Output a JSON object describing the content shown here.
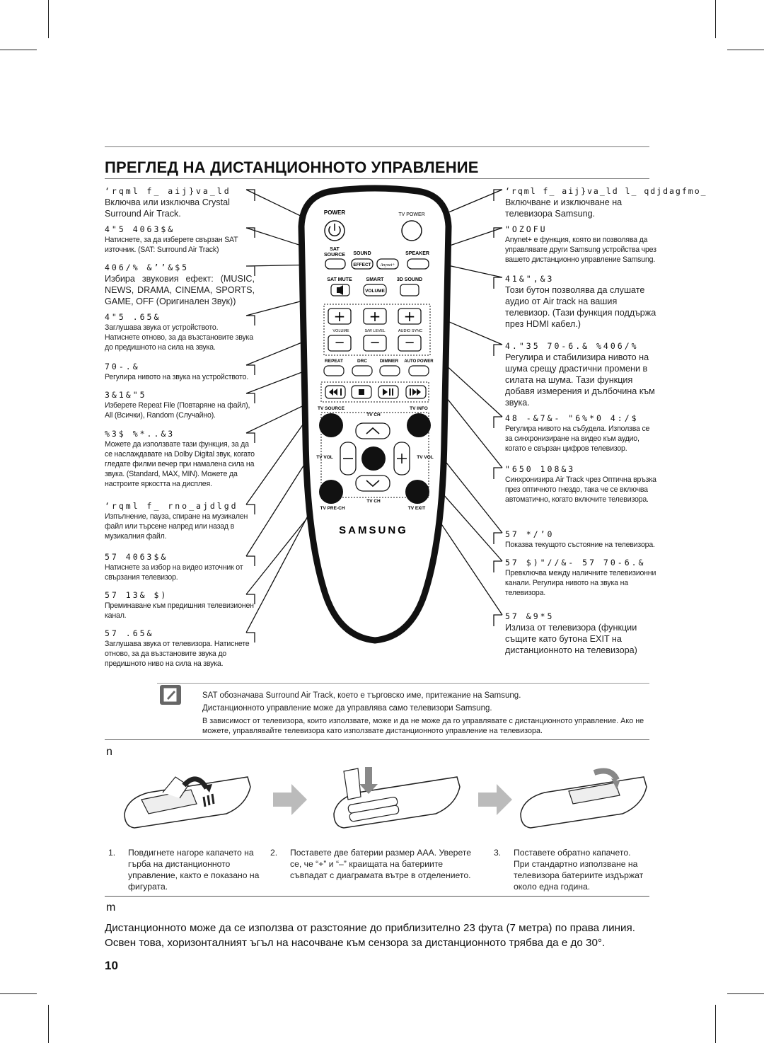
{
  "title": "ПРЕГЛЕД НА ДИСТАНЦИОННОТО УПРАВЛЕНИЕ",
  "left_callouts": [
    {
      "head": "‘rqml f_ aij}va_ld",
      "desc": "Включва или изключва Crystal Surround Air Track.",
      "size": "lg"
    },
    {
      "head": "4\"5 4063$&",
      "desc": "Натиснете, за да изберете свързан SAT източник. (SAT: Surround Air Track)",
      "size": "sm"
    },
    {
      "head": "406/% &’’&$5",
      "desc": "Избира звуковия ефект: (MUSIC, NEWS, DRAMA, CINEMA, SPORTS, GAME, OFF (Оригинален Звук))",
      "size": "lg"
    },
    {
      "head": "4\"5 .65&",
      "desc": "Заглушава звука от устройството. Натиснете отново, за да възстановите звука до предишното на сила на звука.",
      "size": "sm"
    },
    {
      "head": "70-.&",
      "desc": "Регулира нивото на звука на устройството.",
      "size": "sm"
    },
    {
      "head": "3&1&\"5",
      "desc": "Изберете Repeat File (Повтаряне на файл), All (Всички), Random (Случайно).",
      "size": "sm"
    },
    {
      "head": "%3$ %*..&3",
      "desc": "Можете да използвате тази функция, за да се наслаждавате на Dolby Digital звук, когато гледате филми вечер при намалена сила на звука. (Standard, MAX, MIN). Можете да настроите яркостта на дисплея.",
      "size": "sm"
    },
    {
      "head": "‘rqml f_ rno_ajdlgd",
      "desc": "Изпълнение, пауза, спиране на музикален файл или търсене напред или назад в музикалния файл.",
      "size": "sm"
    },
    {
      "head": "57 4063$&",
      "desc": "Натиснете за избор на видео източник от свързания телевизор.",
      "size": "sm"
    },
    {
      "head": "57 13& $)",
      "desc": "Преминаване към предишния телевизионен канал.",
      "size": "sm"
    },
    {
      "head": "57 .65&",
      "desc": "Заглушава звука от телевизора. Натиснете отново, за да възстановите звука до предишното ниво на сила на звука.",
      "size": "sm"
    }
  ],
  "right_callouts": [
    {
      "head": "‘rqml f_ aij}va_ld l_ qdjdagfmo_",
      "desc": "Включване и изключване на телевизора Samsung.",
      "size": "lg"
    },
    {
      "head": "\"OZOFU",
      "desc": "Anynet+ е функция, която ви позволява да управлявате други Samsung устройства чрез вашето дистанционно управление Samsung.",
      "size": "sm"
    },
    {
      "head": "41&\",&3",
      "desc": "Този бутон позволява да слушате аудио от Air track на вашия телевизор. (Тази функция поддържа през HDMI кабел.)",
      "size": "lg"
    },
    {
      "head": "4.\"35 70-6.& %406/%",
      "desc": "Регулира и стабилизира нивото на шума срещу драстични промени в силата на шума. Тази функция добавя измерения и дълбочина към звука.",
      "size": "lg"
    },
    {
      "head": "48 -&7&- \"6%*0 4:/$",
      "desc": "Регулира нивото на събудела. Използва се за синхронизиране на видео към аудио, когато е свързан цифров телевизор.",
      "size": "sm"
    },
    {
      "head": "\"650 108&3",
      "desc": "Синхронизира Air Track чрез Оптична връзка през оптичното гнездо, така че се включва автоматично, когато включите телевизора.",
      "size": "sm"
    },
    {
      "head": "57 */’0",
      "desc": "Показва текущото състояние на телевизора.",
      "size": "sm"
    },
    {
      "head": "57 $)\"//&- 57 70-6.&",
      "desc": "Превключва между наличните телевизионни канали. Регулира нивото на звука на телевизора.",
      "size": "sm"
    },
    {
      "head": "57 &9*5",
      "desc": "Излиза от телевизора (функции същите като бутона EXIT на дистанционното на телевизора)",
      "size": "lg"
    }
  ],
  "remote": {
    "power": "POWER",
    "tv_power": "TV POWER",
    "sat": "SAT",
    "source": "SOURCE",
    "sound": "SOUND",
    "effect": "EFFECT",
    "speaker": "SPEAKER",
    "anynet": "Anynet+",
    "sat_mute": "SAT MUTE",
    "smart": "SMART",
    "sound_3d": "3D SOUND",
    "volume": "VOLUME",
    "plus": "+",
    "minus": "−",
    "volume_small": "VOLUME",
    "sw_level": "S/W LEVEL",
    "audio_sync": "AUDIO SYNC",
    "repeat": "REPEAT",
    "drc": "DRC",
    "dimmer": "DIMMER",
    "auto_power": "AUTO POWER",
    "tv_source": "TV SOURCE",
    "tv_ch": "TV CH",
    "tv_info": "TV INFO",
    "tv_vol": "TV VOL",
    "tv_vol_right": "TV VOL",
    "tv_pre_ch": "TV PRE-CH",
    "tv_ch_bottom": "TV CH",
    "tv_exit": "TV EXIT",
    "brand": "SAMSUNG"
  },
  "notes": [
    "SAT обозначава Surround Air Track, което е търговско име, притежание на Samsung.",
    "Дистанционното управление може да управлява само телевизори Samsung.",
    "В зависимост от телевизора, които използвате, може и да не може да го управлявате с дистанционното управление. Ако не можете, управлявайте телевизора като използвате дистанционното управление на телевизора."
  ],
  "section_battery": "n",
  "steps": [
    {
      "num": "1.",
      "text": "Повдигнете нагоре капачето на гърба на дистанционното управление, както е показано на фигурата."
    },
    {
      "num": "2.",
      "text": "Поставете две батерии размер AAA. Уверете се, че “+” и “–” краищата на батериите съвпадат с диаграмата вътре в отделението."
    },
    {
      "num": "3.",
      "text": "Поставете обратно капачето. При стандартно използване на телевизора батериите издържат около една година."
    }
  ],
  "section_range": "m",
  "range_text": "Дистанционното може да се използва от разстояние до приблизително 23 фута (7 метра) по права линия. Освен това, хоризонталният ъгъл на насочване към сензора за дистанционното трябва да е до 30°.",
  "page_number": "10",
  "colors": {
    "text": "#111111",
    "remote_body": "#ffffff",
    "remote_outline": "#111111",
    "rule": "#777777",
    "arrow": "#bbbbbb",
    "note_icon": "#666666"
  }
}
